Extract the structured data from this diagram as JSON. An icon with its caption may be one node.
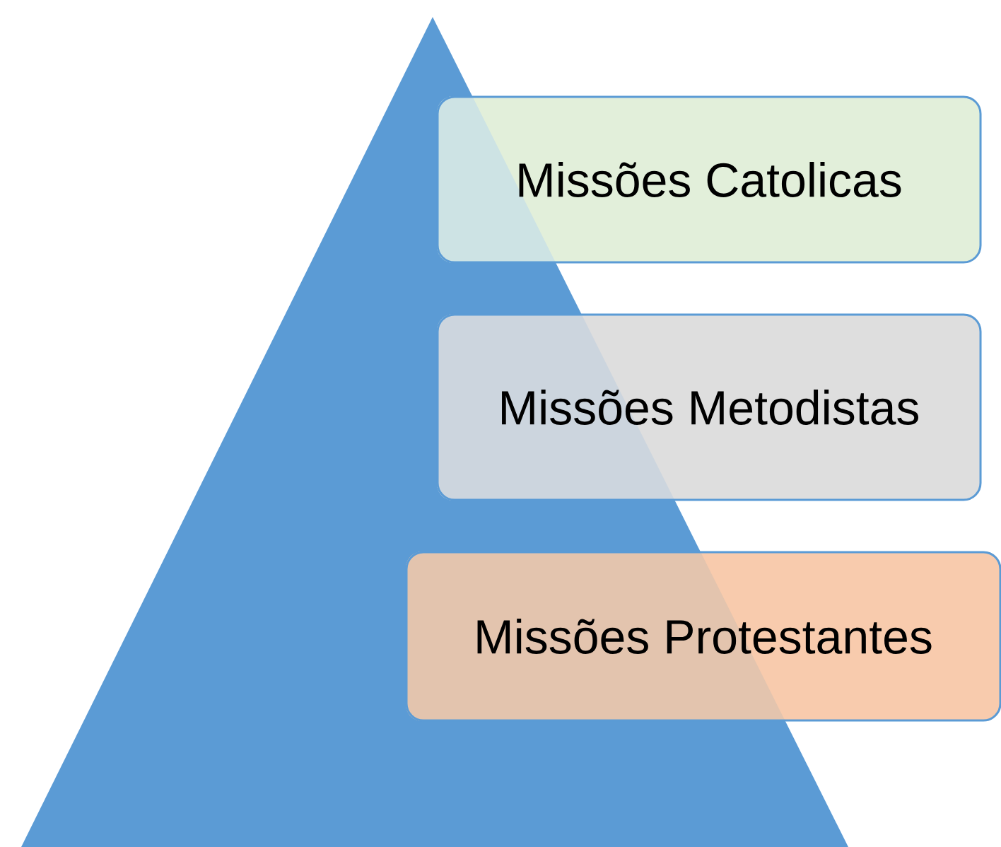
{
  "diagram": {
    "nodes": [
      {
        "text": [
          "Missões Catolicas"
        ]
      },
      {
        "text": [
          "Missões Metodistas"
        ]
      },
      {
        "text": [
          "Missões Protestantes"
        ]
      }
    ]
  }
}
